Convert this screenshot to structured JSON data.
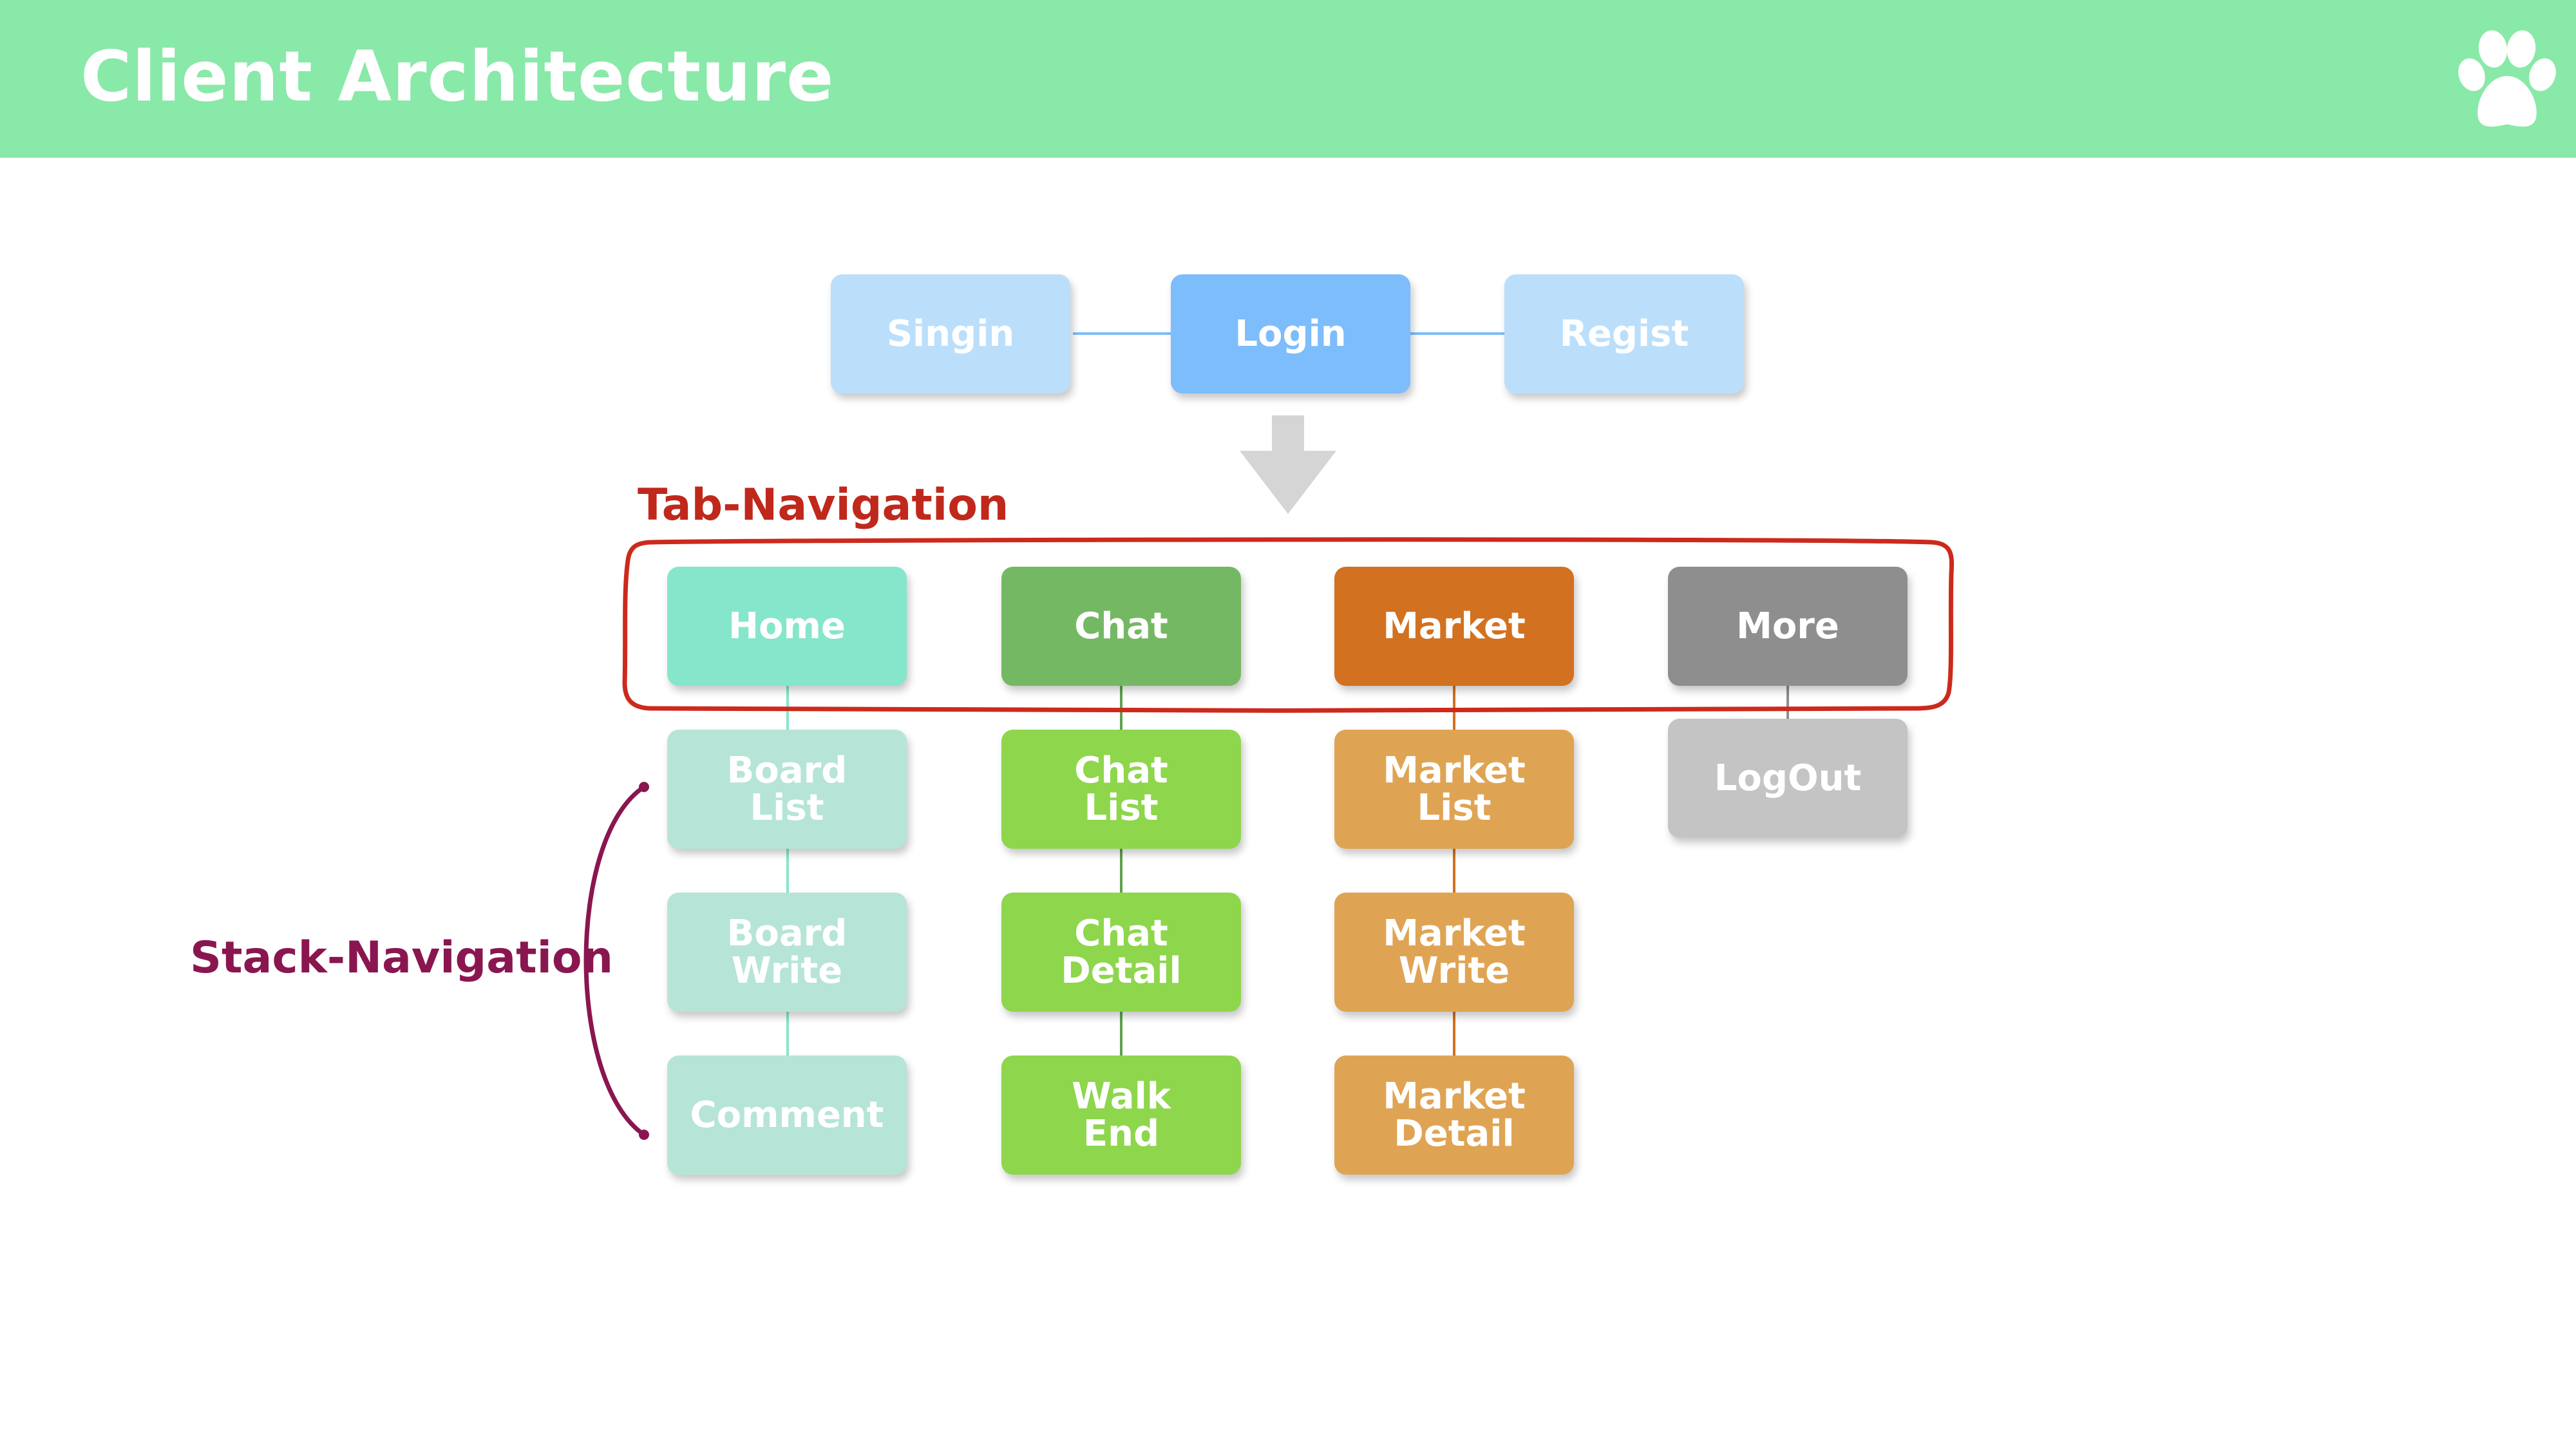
{
  "header": {
    "title": "Client Architecture",
    "logo_icon": "paw-icon",
    "background": "#89e9a8"
  },
  "labels": {
    "tab_navigation": "Tab-Navigation",
    "stack_navigation": "Stack-Navigation"
  },
  "auth": {
    "signin": "Singin",
    "login": "Login",
    "regist": "Regist"
  },
  "tabs": {
    "home": "Home",
    "chat": "Chat",
    "market": "Market",
    "more": "More"
  },
  "home_stack": [
    "Board\nList",
    "Board\nWrite",
    "Comment"
  ],
  "chat_stack": [
    "Chat\nList",
    "Chat\nDetail",
    "Walk\nEnd"
  ],
  "market_stack": [
    "Market\nList",
    "Market\nWrite",
    "Market\nDetail"
  ],
  "more_stack": [
    "LogOut"
  ],
  "colors": {
    "auth_light": "#bbdffb",
    "auth_main": "#7dbdfb",
    "home": "#85e6cb",
    "home_light": "#b6e5d8",
    "chat": "#75b864",
    "chat_light": "#8ed64c",
    "market": "#d2711f",
    "market_light": "#dfa453",
    "more": "#8e8e8e",
    "more_light": "#c4c4c4",
    "tab_outline": "#cc2a1c",
    "stack_bracket": "#8a1650",
    "arrow": "#d5d5d5"
  }
}
